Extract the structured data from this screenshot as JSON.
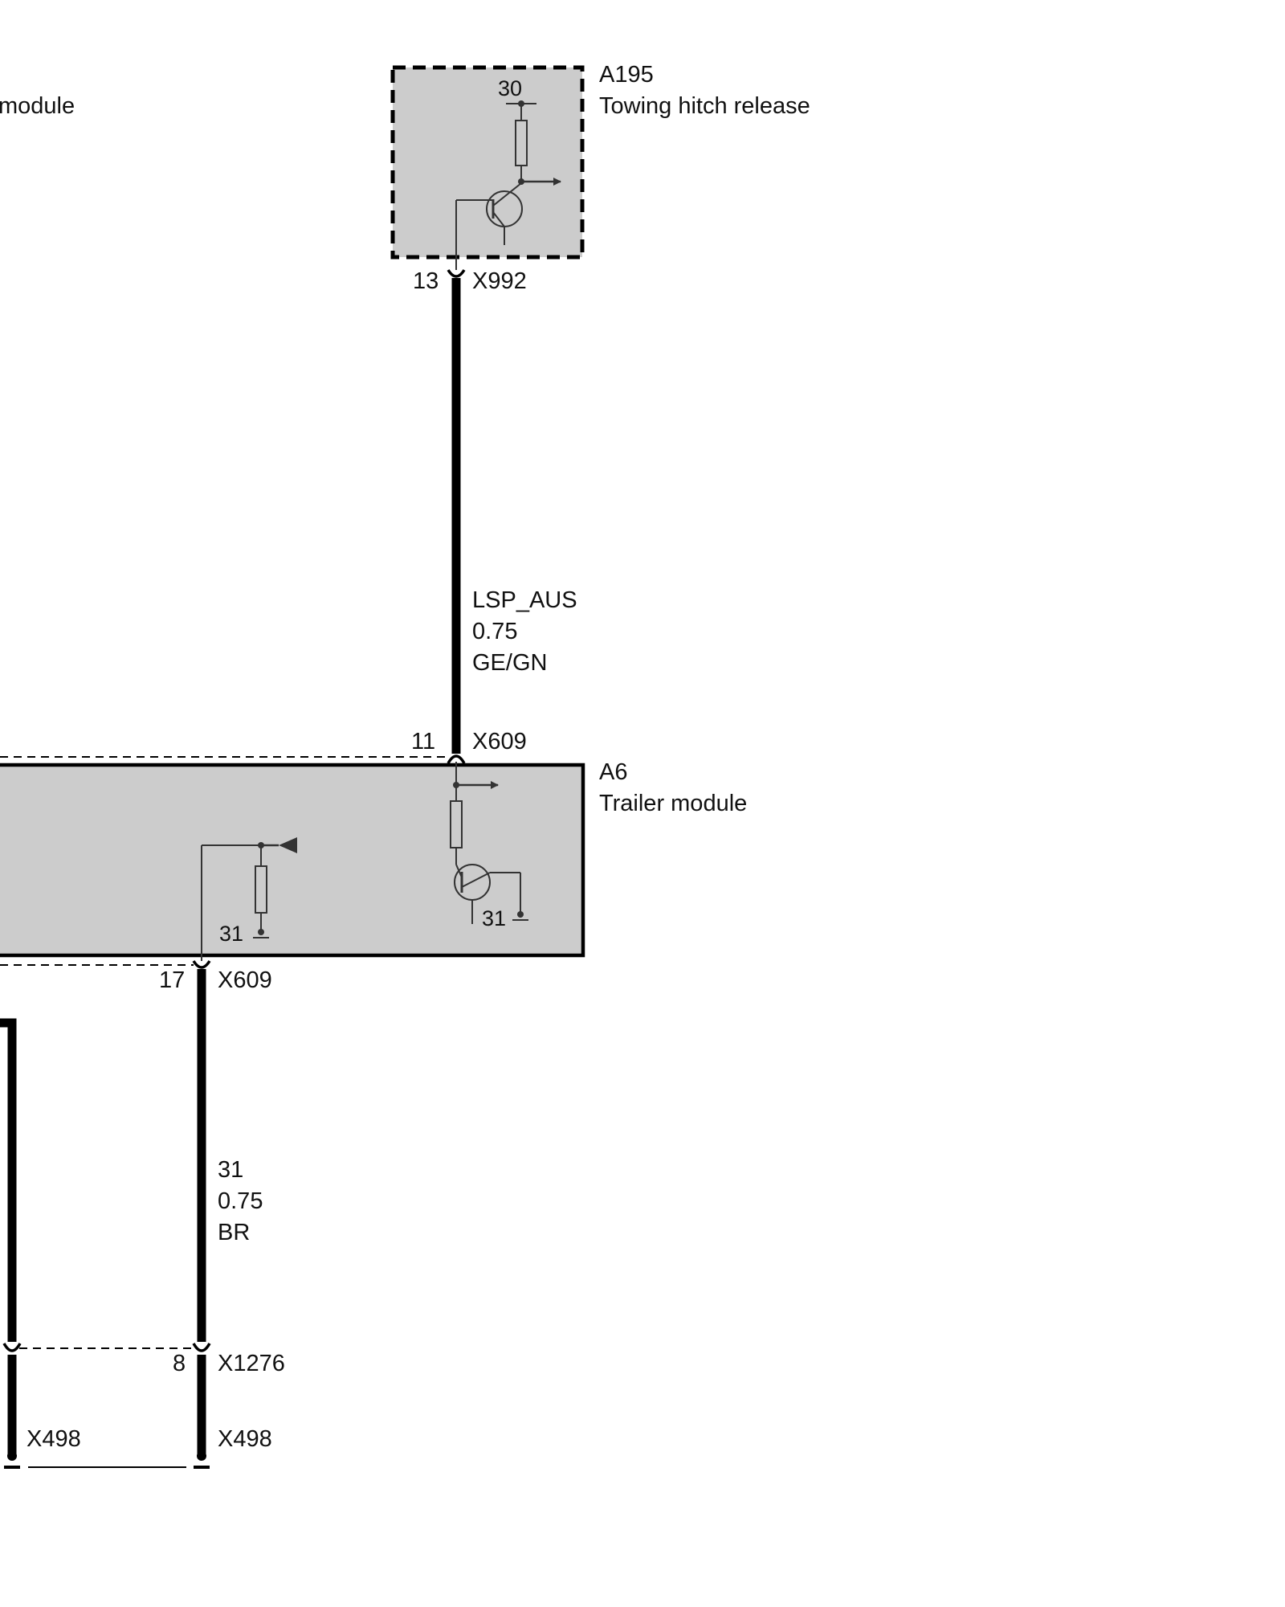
{
  "colors": {
    "module_fill": "#cccccc",
    "wire": "#000000",
    "outline": "#000000",
    "symbol": "#333333"
  },
  "left_module": {
    "partial_label": "module"
  },
  "a195": {
    "id": "A195",
    "name": "Towing hitch release",
    "terminal_30": "30",
    "pin": "13",
    "connector": "X992"
  },
  "wire_lsp": {
    "signal": "LSP_AUS",
    "gauge": "0.75",
    "color_code": "GE/GN"
  },
  "a6": {
    "id": "A6",
    "name": "Trailer module",
    "top_pin": "11",
    "top_connector": "X609",
    "ground_left": "31",
    "ground_right": "31",
    "bottom_pin": "17",
    "bottom_connector": "X609"
  },
  "wire_ground": {
    "signal": "31",
    "gauge": "0.75",
    "color_code": "BR"
  },
  "x1276": {
    "pin": "8",
    "connector": "X1276"
  },
  "x498": {
    "left": "X498",
    "right": "X498"
  }
}
